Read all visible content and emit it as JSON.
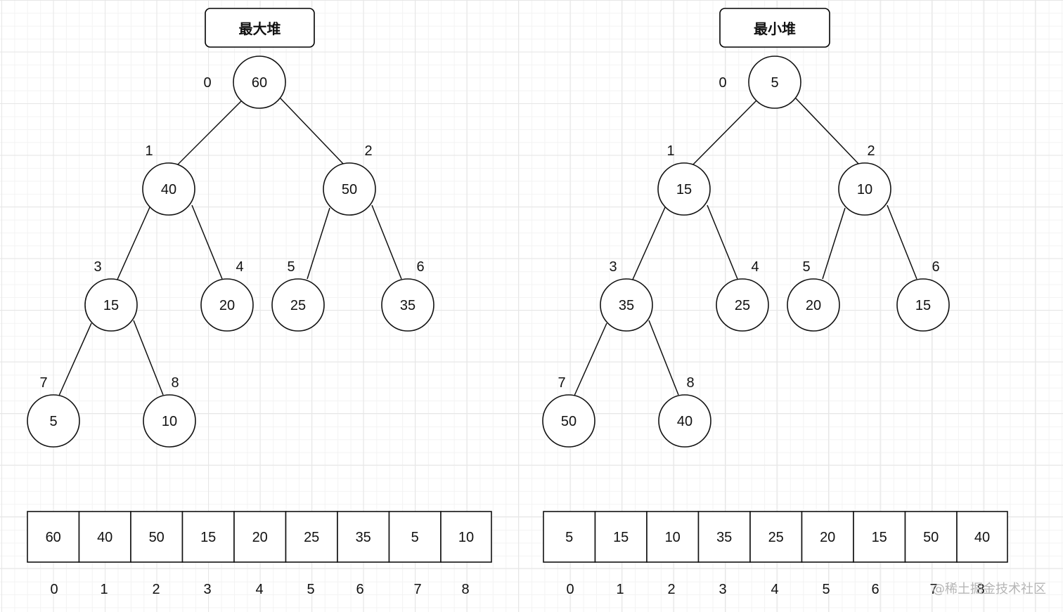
{
  "watermark": "@稀土掘金技术社区",
  "heaps": [
    {
      "title": "最大堆",
      "values": [
        "60",
        "40",
        "50",
        "15",
        "20",
        "25",
        "35",
        "5",
        "10"
      ],
      "indices": [
        "0",
        "1",
        "2",
        "3",
        "4",
        "5",
        "6",
        "7",
        "8"
      ]
    },
    {
      "title": "最小堆",
      "values": [
        "5",
        "15",
        "10",
        "35",
        "25",
        "20",
        "15",
        "50",
        "40"
      ],
      "indices": [
        "0",
        "1",
        "2",
        "3",
        "4",
        "5",
        "6",
        "7",
        "8"
      ]
    }
  ]
}
